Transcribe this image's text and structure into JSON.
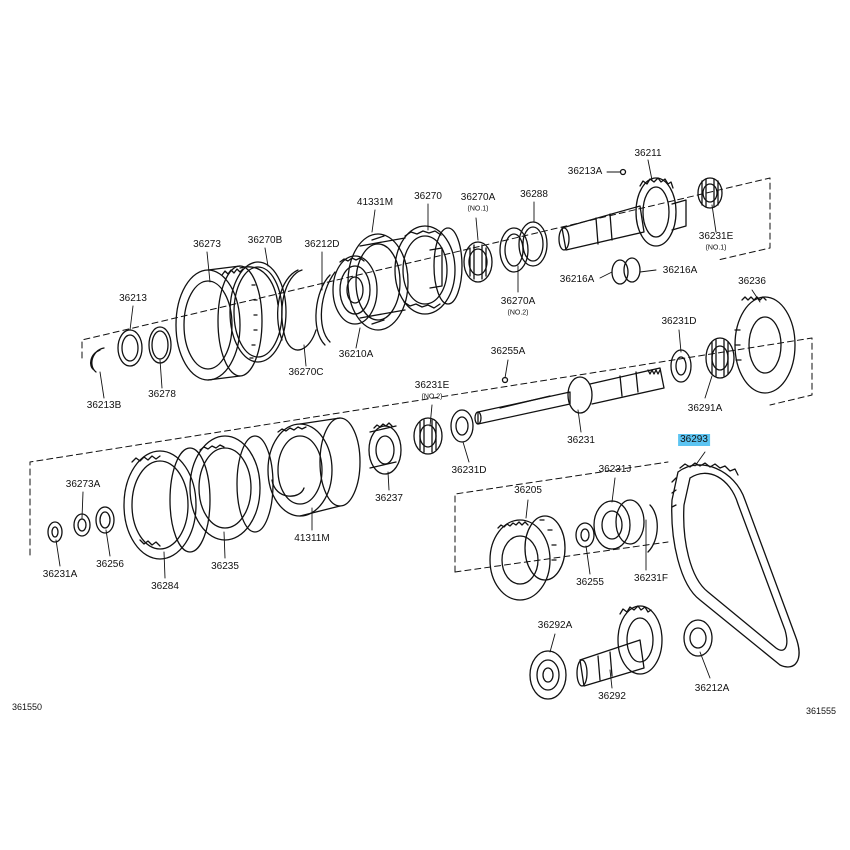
{
  "diagram": {
    "highlight_color": "#5cc4f2",
    "highlighted_part": "36293",
    "labels": {
      "p36211": "36211",
      "p36213A": "36213A",
      "p36231E_top": "36231E",
      "p36231E_top_sub": "(NO.1)",
      "p36216A_left": "36216A",
      "p36216A_right": "36216A",
      "p36288": "36288",
      "p36270A_top": "36270A",
      "p36270A_top_sub": "(NO.1)",
      "p36270A_mid": "36270A",
      "p36270A_mid_sub": "(NO.2)",
      "p36270": "36270",
      "p41331M": "41331M",
      "p36212D": "36212D",
      "p36270B": "36270B",
      "p36273": "36273",
      "p36213": "36213",
      "p36213B": "36213B",
      "p36278": "36278",
      "p36270C": "36270C",
      "p36210A": "36210A",
      "p36236": "36236",
      "p36231D_top": "36231D",
      "p36291A": "36291A",
      "p36255A": "36255A",
      "p36231E_mid": "36231E",
      "p36231E_mid_sub": "(NO.2)",
      "p36231": "36231",
      "p36231D_mid": "36231D",
      "p36237": "36237",
      "p36273A": "36273A",
      "p36256": "36256",
      "p36231A": "36231A",
      "p36284": "36284",
      "p36235": "36235",
      "p41311M": "41311M",
      "p36205": "36205",
      "p36231J": "36231J",
      "p36255": "36255",
      "p36231F": "36231F",
      "p36293": "36293",
      "p36292A": "36292A",
      "p36292": "36292",
      "p36212A": "36212A"
    },
    "corner_left": "361550",
    "corner_right": "361555"
  }
}
